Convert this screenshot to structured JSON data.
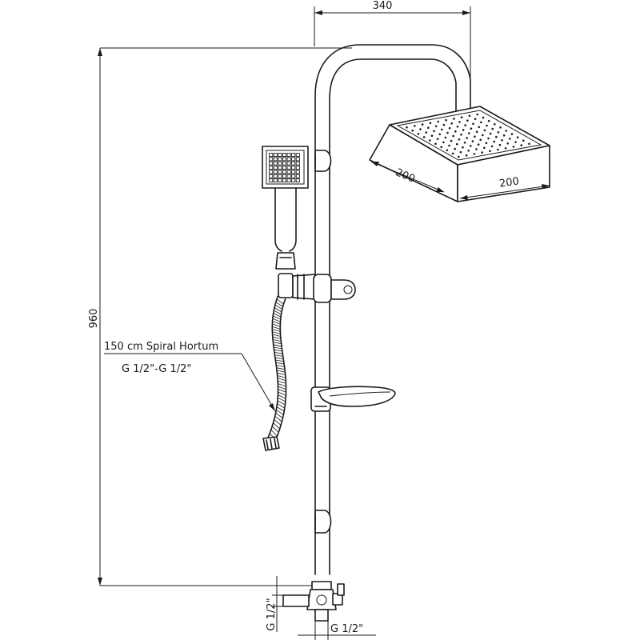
{
  "dimensions": {
    "width_top": "340",
    "height_total": "960",
    "head_depth": "200",
    "head_width": "200",
    "inlet_left": "G 1/2\"",
    "inlet_bottom": "G 1/2\""
  },
  "hose_label": {
    "line1": "150 cm Spiral Hortum",
    "line2": "G 1/2\"-G 1/2\""
  },
  "colors": {
    "stroke": "#1a1a1a",
    "background": "#ffffff"
  }
}
